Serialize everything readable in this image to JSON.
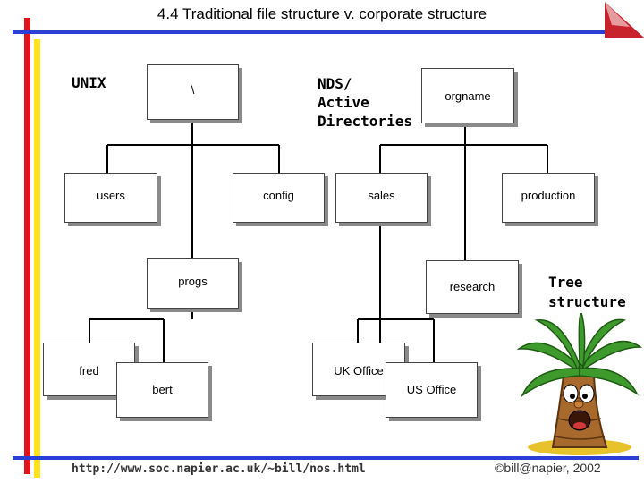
{
  "title": "4.4 Traditional file structure v. corporate structure",
  "labels": {
    "unix": "UNIX",
    "nds_line1": "NDS/",
    "nds_line2": "Active",
    "nds_line3": "Directories",
    "tree_line1": "Tree",
    "tree_line2": "structure"
  },
  "unix_tree": {
    "root": "\\",
    "users": "users",
    "config": "config",
    "progs": "progs",
    "fred": "fred",
    "bert": "bert"
  },
  "nds_tree": {
    "root": "orgname",
    "sales": "sales",
    "production": "production",
    "research": "research",
    "uk_office": "UK Office",
    "us_office": "US Office"
  },
  "footer": {
    "url": "http://www.soc.napier.ac.uk/~bill/nos.html",
    "copyright": "©bill@napier, 2002"
  },
  "colors": {
    "blue_bar": "#2b3fd6",
    "red_bar": "#e0141b",
    "yellow_bar": "#ffe21a",
    "corner": "#c8232c"
  }
}
